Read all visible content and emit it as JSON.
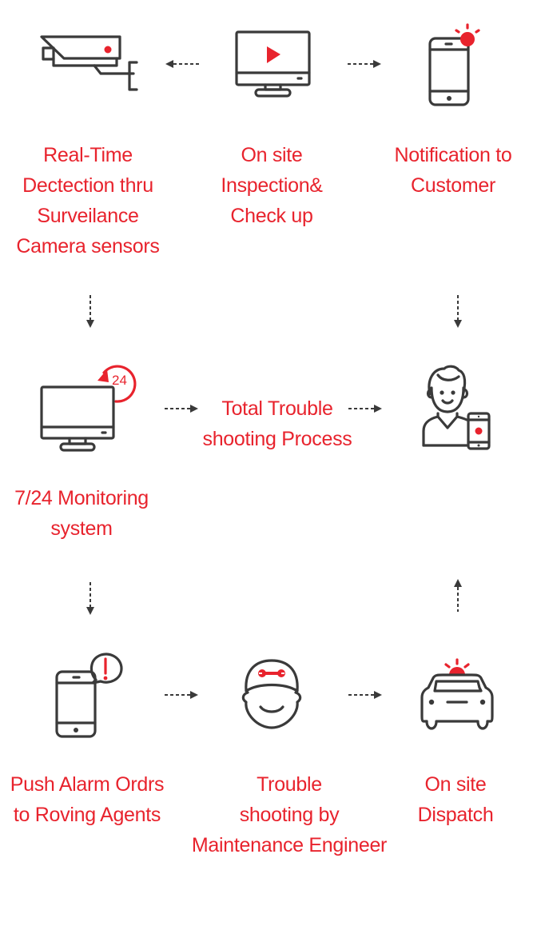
{
  "diagram": {
    "title": "Total Trouble shooting Process",
    "center_label_lines": [
      "Total Trouble",
      "shooting Process"
    ],
    "colors": {
      "accent": "#e8232d",
      "icon": "#3a3a3a",
      "background": "#ffffff"
    },
    "steps": [
      {
        "id": "surveillance",
        "icon": "cctv-camera-icon",
        "label_lines": [
          "Real-Time",
          "Dectection thru",
          "Surveilance",
          "Camera sensors"
        ]
      },
      {
        "id": "inspection",
        "icon": "monitor-play-icon",
        "label_lines": [
          "On site",
          "Inspection&",
          "Check up"
        ]
      },
      {
        "id": "notification",
        "icon": "smartphone-alert-icon",
        "label_lines": [
          "Notification to",
          "Customer"
        ]
      },
      {
        "id": "monitoring",
        "icon": "monitor-24h-icon",
        "badge": "24",
        "label_lines": [
          "7/24 Monitoring",
          "system"
        ]
      },
      {
        "id": "customer",
        "icon": "customer-with-phone-icon",
        "label_lines": []
      },
      {
        "id": "push-alarm",
        "icon": "phone-exclamation-icon",
        "badge": "!",
        "label_lines": [
          "Push Alarm Ordrs",
          "to Roving Agents"
        ]
      },
      {
        "id": "engineer",
        "icon": "engineer-cap-wrench-icon",
        "label_lines": [
          "Trouble",
          "shooting by",
          "Maintenance Engineer"
        ]
      },
      {
        "id": "dispatch",
        "icon": "patrol-car-icon",
        "label_lines": [
          "On site",
          "Dispatch"
        ]
      }
    ],
    "arrows": [
      {
        "from": "inspection",
        "to": "surveillance",
        "direction": "left"
      },
      {
        "from": "inspection",
        "to": "notification",
        "direction": "right"
      },
      {
        "from": "surveillance",
        "to": "monitoring",
        "direction": "down"
      },
      {
        "from": "notification",
        "to": "customer",
        "direction": "down"
      },
      {
        "from": "monitoring",
        "to": "center",
        "direction": "right"
      },
      {
        "from": "center",
        "to": "customer",
        "direction": "right"
      },
      {
        "from": "monitoring",
        "to": "push-alarm",
        "direction": "down"
      },
      {
        "from": "push-alarm",
        "to": "engineer",
        "direction": "right"
      },
      {
        "from": "engineer",
        "to": "dispatch",
        "direction": "right"
      },
      {
        "from": "dispatch",
        "to": "customer",
        "direction": "up"
      }
    ]
  }
}
